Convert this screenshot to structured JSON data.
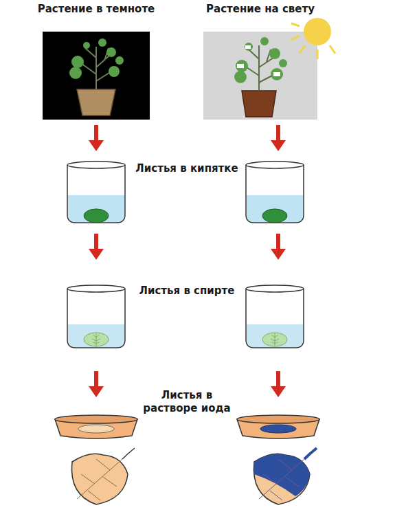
{
  "diagram": {
    "labels": [
      "Растение в темноте",
      "Растение на свету",
      "Листья в кипятке",
      "Листья в спирте",
      "Листья в растворе иода"
    ]
  }
}
